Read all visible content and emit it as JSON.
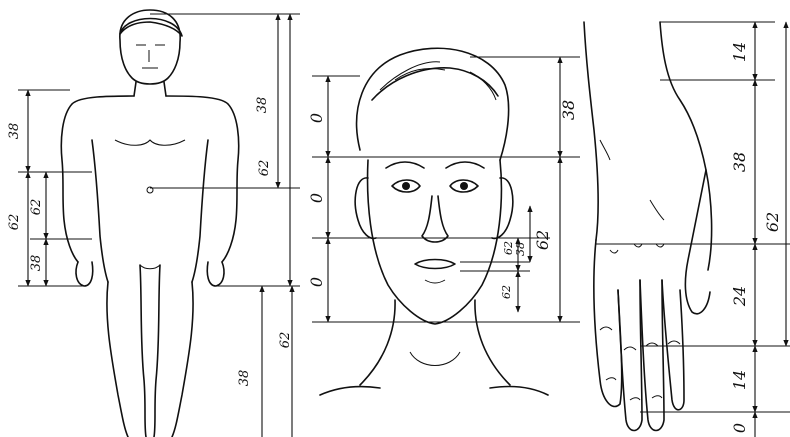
{
  "figure": {
    "panels": [
      {
        "id": "body",
        "labels": [
          "38",
          "62",
          "62",
          "38",
          "62",
          "38",
          "62",
          "38"
        ]
      },
      {
        "id": "face",
        "labels": [
          "0",
          "0",
          "0",
          "38",
          "62",
          "38",
          "62",
          "62"
        ]
      },
      {
        "id": "hand",
        "labels": [
          "14",
          "38",
          "62",
          "24",
          "14",
          "0"
        ]
      }
    ]
  }
}
